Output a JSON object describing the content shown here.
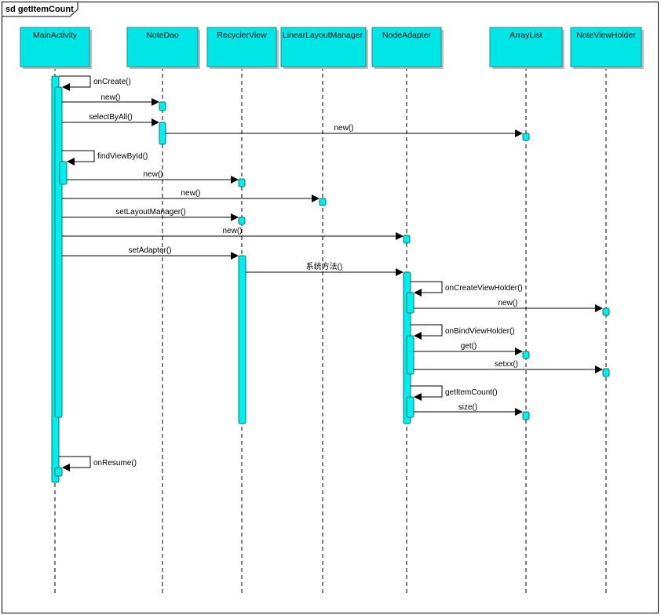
{
  "diagram": {
    "frame_title": "sd getItemCount",
    "colors": {
      "head_fill": "#00E5E5",
      "head_stroke": "#2a8a8a",
      "activation_fill": "#00EEEE",
      "activation_stroke": "#107070",
      "line": "#000000",
      "shadow": "#bdbdbd"
    },
    "lifelines": [
      {
        "id": "main",
        "label": "MainActivity"
      },
      {
        "id": "dao",
        "label": "NoteDao"
      },
      {
        "id": "rv",
        "label": "RecyclerView"
      },
      {
        "id": "llm",
        "label": "LinearLayoutManager"
      },
      {
        "id": "adapter",
        "label": "NodeAdapter"
      },
      {
        "id": "list",
        "label": "ArrayList"
      },
      {
        "id": "holder",
        "label": "NoteViewHolder"
      }
    ],
    "messages": [
      {
        "id": "oncreate",
        "label": "onCreate()",
        "self": true
      },
      {
        "id": "new-dao",
        "label": "new()"
      },
      {
        "id": "selectbyall",
        "label": "selectByAll()"
      },
      {
        "id": "new-list",
        "label": "new()"
      },
      {
        "id": "findviewbyid",
        "label": "findViewById()",
        "self": true
      },
      {
        "id": "new-rv",
        "label": "new()"
      },
      {
        "id": "new-llm",
        "label": "new()"
      },
      {
        "id": "setlayoutmanager",
        "label": "setLayoutManager()"
      },
      {
        "id": "new-adapter",
        "label": "new()"
      },
      {
        "id": "setadapter",
        "label": "setAdapter()"
      },
      {
        "id": "system-method",
        "label": "系统方法()"
      },
      {
        "id": "oncreateviewholder",
        "label": "onCreateViewHolder()",
        "self": true
      },
      {
        "id": "new-holder",
        "label": "new()"
      },
      {
        "id": "onbindviewholder",
        "label": "onBindViewHolder()",
        "self": true
      },
      {
        "id": "get",
        "label": "get()"
      },
      {
        "id": "setxx",
        "label": "setxx()"
      },
      {
        "id": "getitemcount",
        "label": "getItemCount()",
        "self": true
      },
      {
        "id": "size",
        "label": "size()"
      },
      {
        "id": "onresume",
        "label": "onResume()",
        "self": true
      }
    ]
  }
}
